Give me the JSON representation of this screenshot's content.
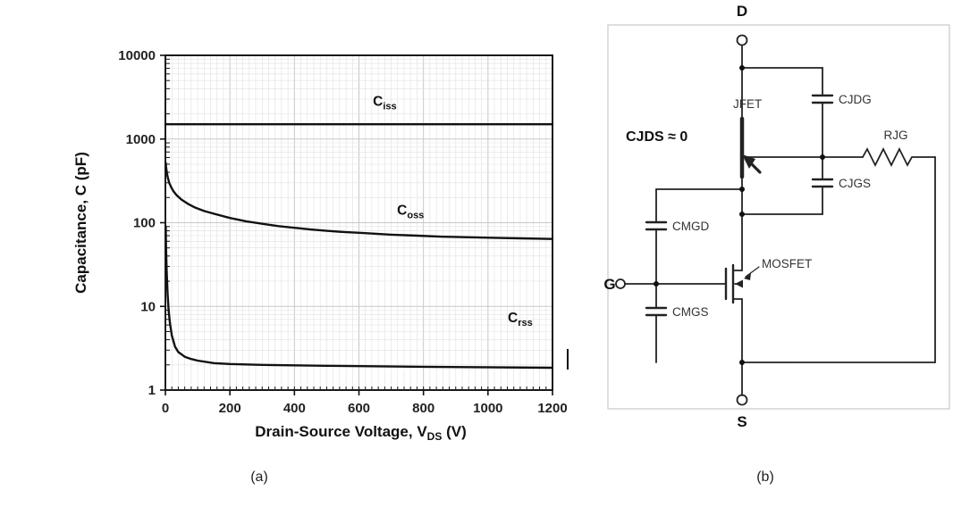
{
  "figure": {
    "caption_a": "(a)",
    "caption_b": "(b)"
  },
  "chart_data": {
    "type": "line",
    "title": "",
    "xlabel": "Drain-Source Voltage, V_DS (V)",
    "xlabel_main": "Drain-Source Voltage, V",
    "xlabel_sub": "DS",
    "xlabel_suffix": " (V)",
    "ylabel": "Capacitance, C (pF)",
    "x_scale": "linear",
    "y_scale": "log",
    "xlim": [
      0,
      1200
    ],
    "ylim": [
      1,
      10000
    ],
    "x_major": 200,
    "x_minor": 20,
    "x_ticks": [
      0,
      200,
      400,
      600,
      800,
      1000,
      1200
    ],
    "y_ticks": [
      1,
      10,
      100,
      1000,
      10000
    ],
    "grid": true,
    "legend": "inline-labels",
    "series": [
      {
        "name": "Ciss",
        "label": "C",
        "label_sub": "iss",
        "label_x": 680,
        "label_y": 2500,
        "points": [
          [
            0,
            1500
          ],
          [
            300,
            1500
          ],
          [
            600,
            1500
          ],
          [
            900,
            1500
          ],
          [
            1200,
            1500
          ]
        ]
      },
      {
        "name": "Coss",
        "label": "C",
        "label_sub": "oss",
        "label_x": 760,
        "label_y": 125,
        "points": [
          [
            1,
            520
          ],
          [
            2,
            470
          ],
          [
            3,
            435
          ],
          [
            5,
            385
          ],
          [
            8,
            340
          ],
          [
            12,
            300
          ],
          [
            18,
            265
          ],
          [
            25,
            238
          ],
          [
            35,
            213
          ],
          [
            50,
            189
          ],
          [
            70,
            168
          ],
          [
            90,
            153
          ],
          [
            120,
            138
          ],
          [
            150,
            128
          ],
          [
            200,
            114
          ],
          [
            250,
            104
          ],
          [
            300,
            97
          ],
          [
            350,
            91
          ],
          [
            400,
            87
          ],
          [
            450,
            83
          ],
          [
            500,
            80
          ],
          [
            560,
            77
          ],
          [
            620,
            75
          ],
          [
            700,
            72
          ],
          [
            780,
            70
          ],
          [
            860,
            68
          ],
          [
            940,
            67
          ],
          [
            1020,
            66
          ],
          [
            1100,
            65
          ],
          [
            1200,
            64
          ]
        ]
      },
      {
        "name": "Crss",
        "label": "C",
        "label_sub": "rss",
        "label_x": 1100,
        "label_y": 6.5,
        "points": [
          [
            1,
            90
          ],
          [
            2,
            52
          ],
          [
            3,
            36
          ],
          [
            4,
            27
          ],
          [
            5,
            21
          ],
          [
            7,
            14
          ],
          [
            10,
            9
          ],
          [
            14,
            6.3
          ],
          [
            20,
            4.5
          ],
          [
            30,
            3.3
          ],
          [
            40,
            2.85
          ],
          [
            60,
            2.5
          ],
          [
            80,
            2.35
          ],
          [
            100,
            2.25
          ],
          [
            150,
            2.1
          ],
          [
            200,
            2.05
          ],
          [
            300,
            2.0
          ],
          [
            500,
            1.95
          ],
          [
            800,
            1.9
          ],
          [
            1200,
            1.85
          ]
        ]
      }
    ]
  },
  "circuit": {
    "terminals": {
      "drain": "D",
      "gate": "G",
      "source": "S"
    },
    "labels": {
      "jfet": "JFET",
      "cjdg": "CJDG",
      "rjg": "RJG",
      "cjgs": "CJGS",
      "cmgd": "CMGD",
      "mosfet": "MOSFET",
      "cmgs": "CMGS",
      "cjds_note": "CJDS ≈ 0"
    }
  }
}
